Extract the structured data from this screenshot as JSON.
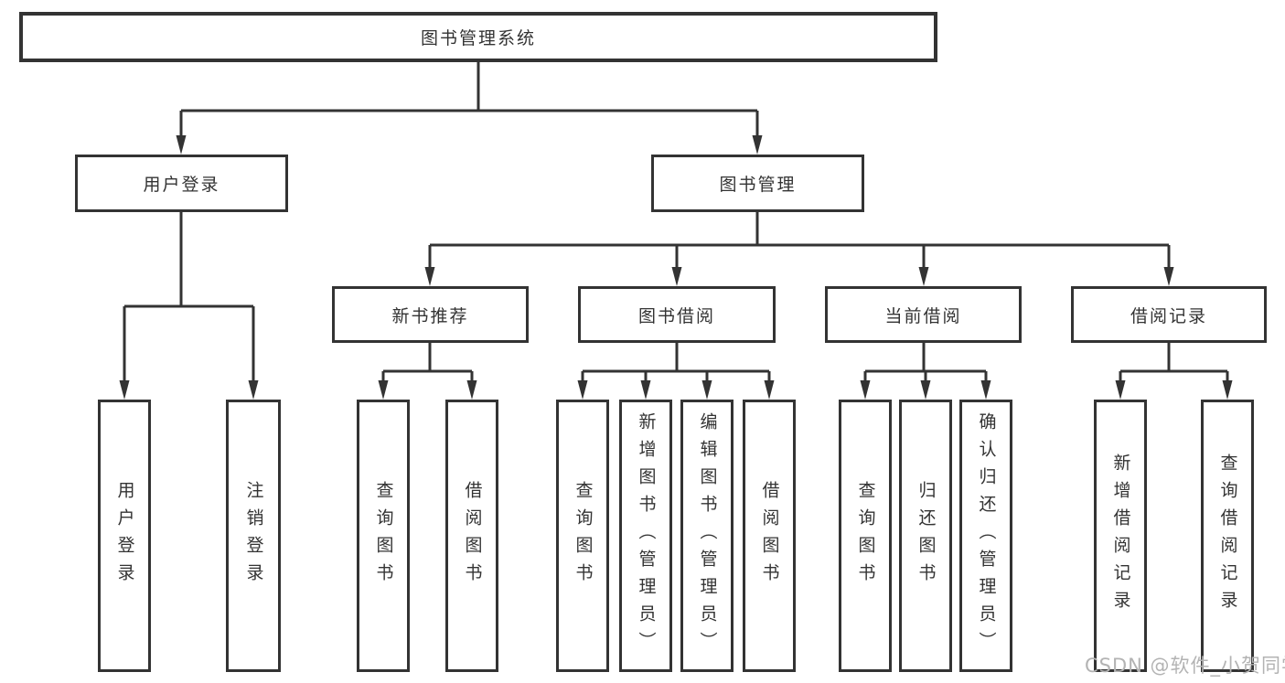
{
  "colors": {
    "line": "#333333",
    "box_border": "#333333",
    "text": "#333333",
    "background": "#ffffff",
    "watermark": "#b3b3b3"
  },
  "tree": {
    "root": "图书管理系统",
    "branches": [
      {
        "label": "用户登录",
        "children": [
          {
            "label": "用户登录"
          },
          {
            "label": "注销登录"
          }
        ]
      },
      {
        "label": "图书管理",
        "children": [
          {
            "label": "新书推荐",
            "children": [
              {
                "label": "查询图书"
              },
              {
                "label": "借阅图书"
              }
            ]
          },
          {
            "label": "图书借阅",
            "children": [
              {
                "label": "查询图书"
              },
              {
                "label": "新增图书（管理员）"
              },
              {
                "label": "编辑图书（管理员）"
              },
              {
                "label": "借阅图书"
              }
            ]
          },
          {
            "label": "当前借阅",
            "children": [
              {
                "label": "查询图书"
              },
              {
                "label": "归还图书"
              },
              {
                "label": "确认归还（管理员）"
              }
            ]
          },
          {
            "label": "借阅记录",
            "children": [
              {
                "label": "新增借阅记录"
              },
              {
                "label": "查询借阅记录"
              }
            ]
          }
        ]
      }
    ]
  },
  "watermark": {
    "text": "CSDN @软件_小贺同学"
  }
}
